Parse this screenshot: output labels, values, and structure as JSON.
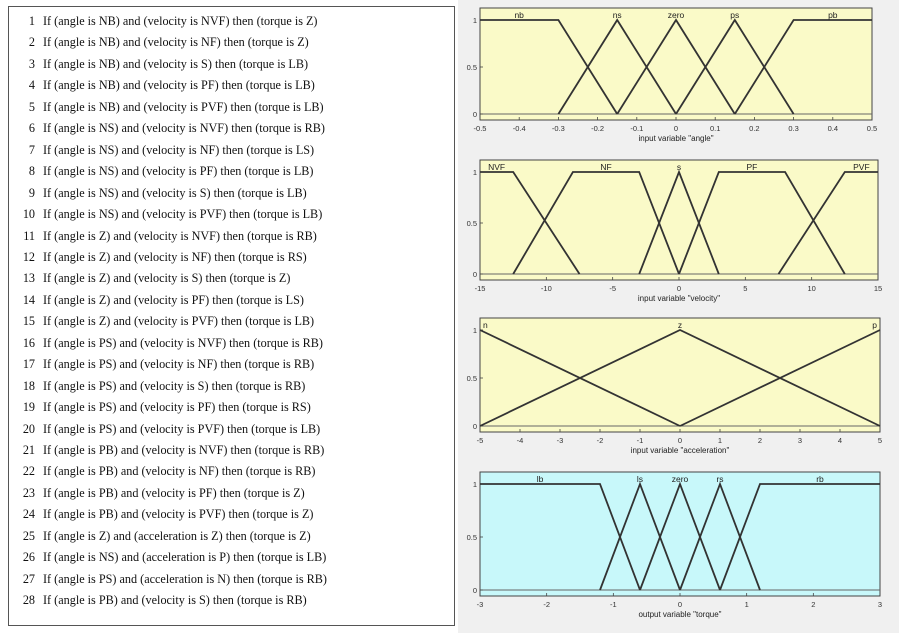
{
  "rules": [
    {
      "n": "1",
      "text": "If (angle is NB) and (velocity is NVF) then (torque is Z)"
    },
    {
      "n": "2",
      "text": "If (angle is NB) and (velocity is NF) then (torque is Z)"
    },
    {
      "n": "3",
      "text": "If (angle is NB) and (velocity is S) then (torque is LB)"
    },
    {
      "n": "4",
      "text": "If (angle is NB) and (velocity is PF) then (torque is LB)"
    },
    {
      "n": "5",
      "text": "If (angle is NB) and (velocity is PVF) then (torque is LB)"
    },
    {
      "n": "6",
      "text": "If (angle is NS) and (velocity is NVF) then (torque is RB)"
    },
    {
      "n": "7",
      "text": "If (angle is NS) and (velocity is NF) then (torque is LS)"
    },
    {
      "n": "8",
      "text": "If (angle is NS) and (velocity is PF) then (torque is LB)"
    },
    {
      "n": "9",
      "text": "If (angle is NS) and (velocity is S) then (torque is LB)"
    },
    {
      "n": "10",
      "text": "If (angle is NS) and (velocity is PVF) then (torque is LB)"
    },
    {
      "n": "11",
      "text": "If (angle is Z) and (velocity is NVF) then (torque is RB)"
    },
    {
      "n": "12",
      "text": "If (angle is Z) and (velocity is NF) then (torque is RS)"
    },
    {
      "n": "13",
      "text": "If (angle is Z) and (velocity is S) then (torque is Z)"
    },
    {
      "n": "14",
      "text": "If (angle is Z) and (velocity is PF) then (torque is LS)"
    },
    {
      "n": "15",
      "text": "If (angle is Z) and (velocity is PVF) then (torque is LB)"
    },
    {
      "n": "16",
      "text": "If (angle is PS) and (velocity is NVF) then (torque is RB)"
    },
    {
      "n": "17",
      "text": "If (angle is PS) and (velocity is NF) then (torque is RB)"
    },
    {
      "n": "18",
      "text": "If (angle is PS) and (velocity is S) then (torque is RB)"
    },
    {
      "n": "19",
      "text": "If (angle is PS) and (velocity is PF) then (torque is RS)"
    },
    {
      "n": "20",
      "text": "If (angle is PS) and (velocity is PVF) then (torque is LB)"
    },
    {
      "n": "21",
      "text": "If (angle is PB) and (velocity is NVF) then (torque is RB)"
    },
    {
      "n": "22",
      "text": "If (angle is PB) and (velocity is NF) then (torque is RB)"
    },
    {
      "n": "23",
      "text": "If (angle is PB) and (velocity is PF) then (torque is Z)"
    },
    {
      "n": "24",
      "text": "If (angle is PB) and (velocity is PVF) then (torque is Z)"
    },
    {
      "n": "25",
      "text": "If (angle is Z) and (acceleration is Z) then (torque is Z)"
    },
    {
      "n": "26",
      "text": "If (angle is NS) and (acceleration is P) then (torque is LB)"
    },
    {
      "n": "27",
      "text": "If (angle is PS) and (acceleration is N) then (torque is RB)"
    },
    {
      "n": "28",
      "text": "If (angle is PB) and (velocity is S) then (torque is RB)"
    }
  ],
  "chart_data": [
    {
      "type": "line",
      "xlabel": "input variable \"angle\"",
      "xlim": [
        -0.5,
        0.5
      ],
      "ylim": [
        0,
        1
      ],
      "xticks": [
        -0.5,
        -0.4,
        -0.3,
        -0.2,
        -0.1,
        0,
        0.1,
        0.2,
        0.3,
        0.4,
        0.5
      ],
      "xtick_labels": [
        "-0.5",
        "-0.4",
        "-0.3",
        "-0.2",
        "-0.1",
        "0",
        "0.1",
        "0.2",
        "0.3",
        "0.4",
        "0.5"
      ],
      "yticks": [
        0,
        0.5,
        1
      ],
      "ytick_labels": [
        "0",
        "0.5",
        "1"
      ],
      "background": "#fafac8",
      "series": [
        {
          "name": "nb",
          "x": [
            -0.5,
            -0.3,
            -0.15
          ],
          "y": [
            1,
            1,
            0
          ]
        },
        {
          "name": "ns",
          "x": [
            -0.3,
            -0.15,
            0
          ],
          "y": [
            0,
            1,
            0
          ]
        },
        {
          "name": "zero",
          "x": [
            -0.15,
            0,
            0.15
          ],
          "y": [
            0,
            1,
            0
          ]
        },
        {
          "name": "ps",
          "x": [
            0,
            0.15,
            0.3
          ],
          "y": [
            0,
            1,
            0
          ]
        },
        {
          "name": "pb",
          "x": [
            0.15,
            0.3,
            0.5
          ],
          "y": [
            0,
            1,
            1
          ]
        }
      ]
    },
    {
      "type": "line",
      "xlabel": "input variable \"velocity\"",
      "xlim": [
        -15,
        15
      ],
      "ylim": [
        0,
        1
      ],
      "xticks": [
        -15,
        -10,
        -5,
        0,
        5,
        10,
        15
      ],
      "xtick_labels": [
        "-15",
        "-10",
        "-5",
        "0",
        "5",
        "10",
        "15"
      ],
      "yticks": [
        0,
        0.5,
        1
      ],
      "ytick_labels": [
        "0",
        "0.5",
        "1"
      ],
      "background": "#fafac8",
      "series": [
        {
          "name": "NVF",
          "x": [
            -15,
            -12.5,
            -7.5
          ],
          "y": [
            1,
            1,
            0
          ]
        },
        {
          "name": "NF",
          "x": [
            -12.5,
            -8,
            -3,
            0
          ],
          "y": [
            0,
            1,
            1,
            0
          ]
        },
        {
          "name": "s",
          "x": [
            -3,
            0,
            3
          ],
          "y": [
            0,
            1,
            0
          ]
        },
        {
          "name": "PF",
          "x": [
            0,
            3,
            8,
            12.5
          ],
          "y": [
            0,
            1,
            1,
            0
          ]
        },
        {
          "name": "PVF",
          "x": [
            7.5,
            12.5,
            15
          ],
          "y": [
            0,
            1,
            1
          ]
        }
      ]
    },
    {
      "type": "line",
      "xlabel": "input variable \"acceleration\"",
      "xlim": [
        -5,
        5
      ],
      "ylim": [
        0,
        1
      ],
      "xticks": [
        -5,
        -4,
        -3,
        -2,
        -1,
        0,
        1,
        2,
        3,
        4,
        5
      ],
      "xtick_labels": [
        "-5",
        "-4",
        "-3",
        "-2",
        "-1",
        "0",
        "1",
        "2",
        "3",
        "4",
        "5"
      ],
      "yticks": [
        0,
        0.5,
        1
      ],
      "ytick_labels": [
        "0",
        "0.5",
        "1"
      ],
      "background": "#fafac8",
      "series": [
        {
          "name": "n",
          "x": [
            -5,
            0
          ],
          "y": [
            1,
            0
          ]
        },
        {
          "name": "z",
          "x": [
            -5,
            0,
            5
          ],
          "y": [
            0,
            1,
            0
          ]
        },
        {
          "name": "p",
          "x": [
            0,
            5
          ],
          "y": [
            0,
            1
          ]
        }
      ]
    },
    {
      "type": "line",
      "xlabel": "output variable \"torque\"",
      "xlim": [
        -3,
        3
      ],
      "ylim": [
        0,
        1
      ],
      "xticks": [
        -3,
        -2,
        -1,
        0,
        1,
        2,
        3
      ],
      "xtick_labels": [
        "-3",
        "-2",
        "-1",
        "0",
        "1",
        "2",
        "3"
      ],
      "yticks": [
        0,
        0.5,
        1
      ],
      "ytick_labels": [
        "0",
        "0.5",
        "1"
      ],
      "background": "#c8f8fa",
      "series": [
        {
          "name": "lb",
          "x": [
            -3,
            -1.2,
            -0.6
          ],
          "y": [
            1,
            1,
            0
          ]
        },
        {
          "name": "ls",
          "x": [
            -1.2,
            -0.6,
            0
          ],
          "y": [
            0,
            1,
            0
          ]
        },
        {
          "name": "zero",
          "x": [
            -0.6,
            0,
            0.6
          ],
          "y": [
            0,
            1,
            0
          ]
        },
        {
          "name": "rs",
          "x": [
            0,
            0.6,
            1.2
          ],
          "y": [
            0,
            1,
            0
          ]
        },
        {
          "name": "rb",
          "x": [
            0.6,
            1.2,
            3
          ],
          "y": [
            0,
            1,
            1
          ]
        }
      ]
    }
  ]
}
